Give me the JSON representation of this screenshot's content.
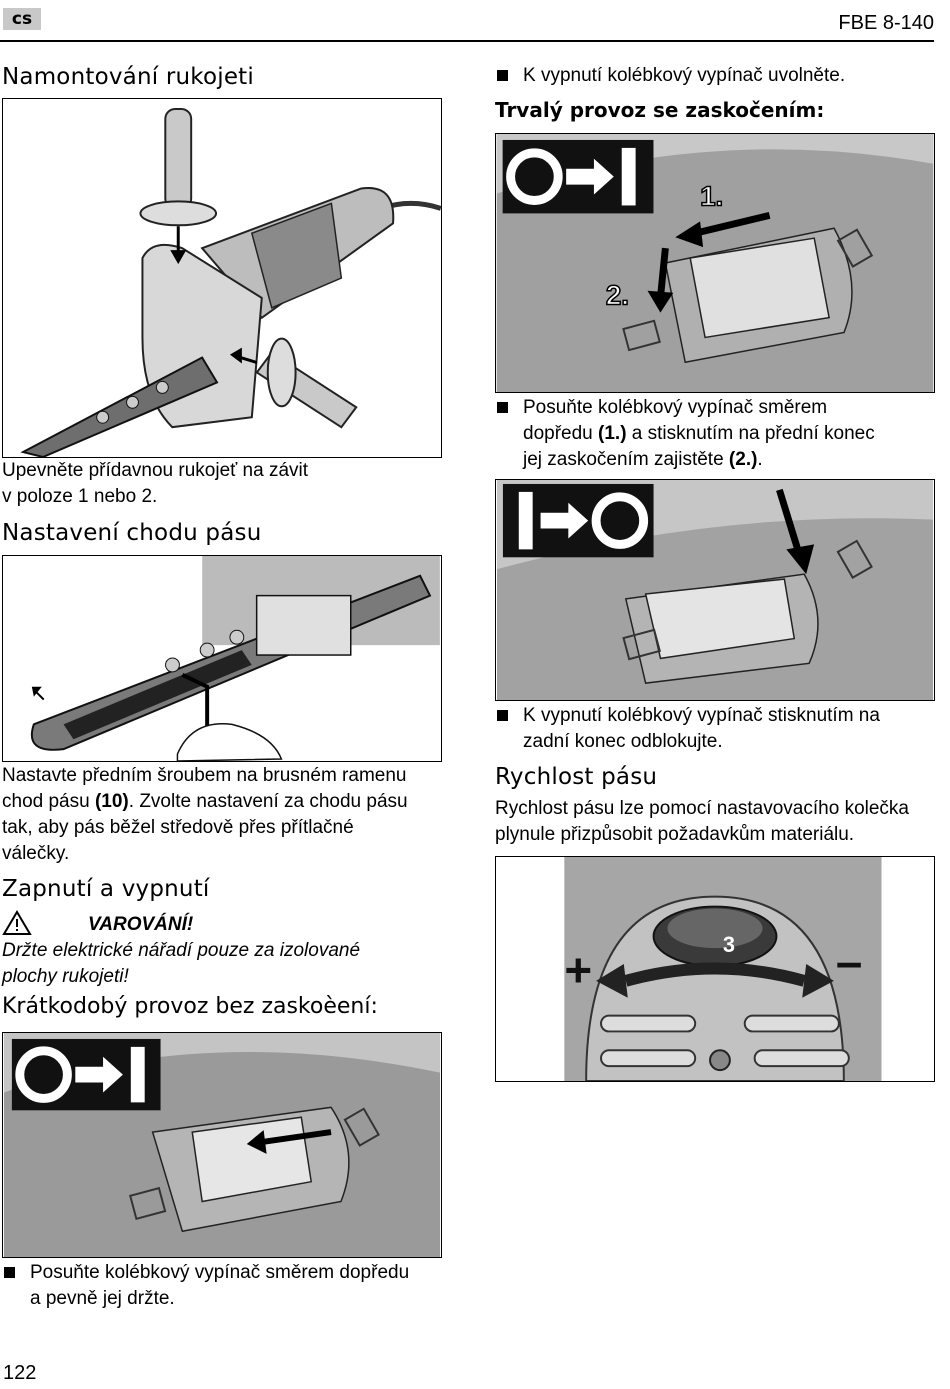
{
  "header": {
    "lang": "cs",
    "model": "FBE 8-140"
  },
  "left": {
    "s1_title": "Namontování rukojeti",
    "s1_text_1": "Upevněte přídavnou rukojeť na závit",
    "s1_text_2": "v poloze 1 nebo 2.",
    "s2_title": "Nastavení chodu pásu",
    "s2_text_1": "Nastavte předním šroubem na brusném ramenu",
    "s2_text_2a": "chod pásu ",
    "s2_text_2b": "(10)",
    "s2_text_2c": ". Zvolte nastavení za chodu pásu",
    "s2_text_3": "tak, aby pás běžel středově přes přítlačné",
    "s2_text_4": "válečky.",
    "s3_title": "Zapnutí a vypnutí",
    "warning_label": "VAROVÁNÍ!",
    "warning_text_1": "Držte elektrické nářadí pouze za izolované",
    "warning_text_2": "plochy rukojeti!",
    "s4_title": "Krátkodobý provoz bez zaskoèení:",
    "s4_bullet_1": "Posuňte kolébkový vypínač směrem dopředu",
    "s4_bullet_2": "a pevně jej držte."
  },
  "right": {
    "bullet_off_1": "K vypnutí kolébkový vypínač uvolněte.",
    "s5_title": "Trvalý provoz se zaskočením:",
    "fig_label_1": "1.",
    "fig_label_2": "2.",
    "bullet_lock_1": "Posuňte kolébkový vypínač směrem",
    "bullet_lock_2a": "dopředu ",
    "bullet_lock_2b": "(1.)",
    "bullet_lock_2c": "  a stisknutím na přední konec",
    "bullet_lock_3a": "jej zaskočením zajistěte ",
    "bullet_lock_3b": "(2.)",
    "bullet_lock_3c": ".",
    "bullet_unlock_1": "K vypnutí kolébkový vypínač stisknutím na",
    "bullet_unlock_2": "zadní konec odblokujte.",
    "s6_title": "Rychlost pásu",
    "s6_text_1": "Rychlost pásu lze pomocí nastavovacího kolečka",
    "s6_text_2": "plynule přizpůsobit požadavkům materiálu.",
    "dial_value": "3",
    "dial_plus": "+",
    "dial_minus": "–"
  },
  "footer": {
    "page_number": "122"
  }
}
